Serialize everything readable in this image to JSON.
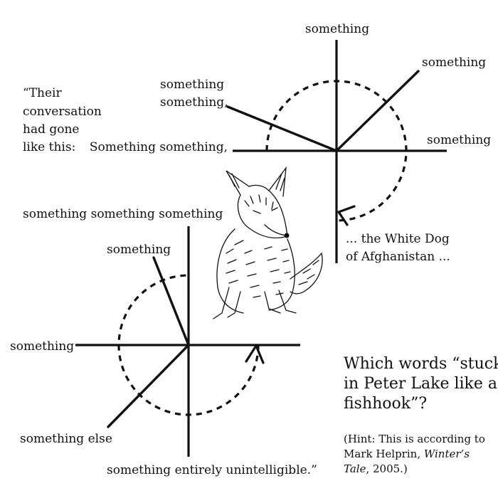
{
  "intro_quote": [
    "“Their",
    "conversation",
    "had gone",
    "like this:"
  ],
  "diagram_top": {
    "label_top": "something",
    "label_upper_right": "something",
    "label_right": "something",
    "label_upper_left": [
      "something",
      "something,"
    ],
    "label_left": "Something something,",
    "label_bottom": [
      "... the White Dog",
      "of Afghanistan ..."
    ]
  },
  "diagram_bottom": {
    "label_top": "something something something",
    "label_upper_left": "something",
    "label_left": "something",
    "label_lower_left": "something else",
    "label_bottom": "something entirely unintelligible.”"
  },
  "question": [
    "Which words “stuck",
    "in Peter Lake like a",
    "fishhook”?"
  ],
  "hint": {
    "line1": "(Hint: This is according to",
    "line2": "Mark Helprin, ",
    "line2_title": "Winter’s",
    "line3_title": "Tale",
    "line3": ", 2005.)"
  },
  "illustration": "white-dog-sketch"
}
